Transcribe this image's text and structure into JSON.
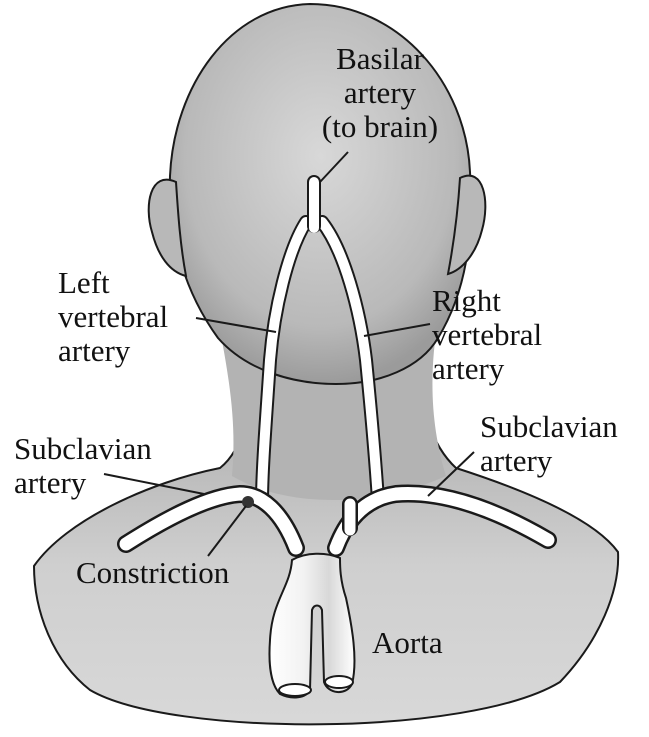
{
  "labels": {
    "basilar": {
      "line1": "Basilar",
      "line2": "artery",
      "line3": "(to brain)"
    },
    "left_vertebral": {
      "line1": "Left",
      "line2": "vertebral",
      "line3": "artery"
    },
    "right_vertebral": {
      "line1": "Right",
      "line2": "vertebral",
      "line3": "artery"
    },
    "left_subclavian": {
      "line1": "Subclavian",
      "line2": "artery"
    },
    "right_subclavian": {
      "line1": "Subclavian",
      "line2": "artery"
    },
    "constriction": "Constriction",
    "aorta": "Aorta"
  },
  "colors": {
    "skin": "#c9c9c9",
    "skin_shadow": "#9f9f9f",
    "outline": "#1a1a1a",
    "vessel": "#ffffff",
    "constriction_mark": "#333333"
  }
}
